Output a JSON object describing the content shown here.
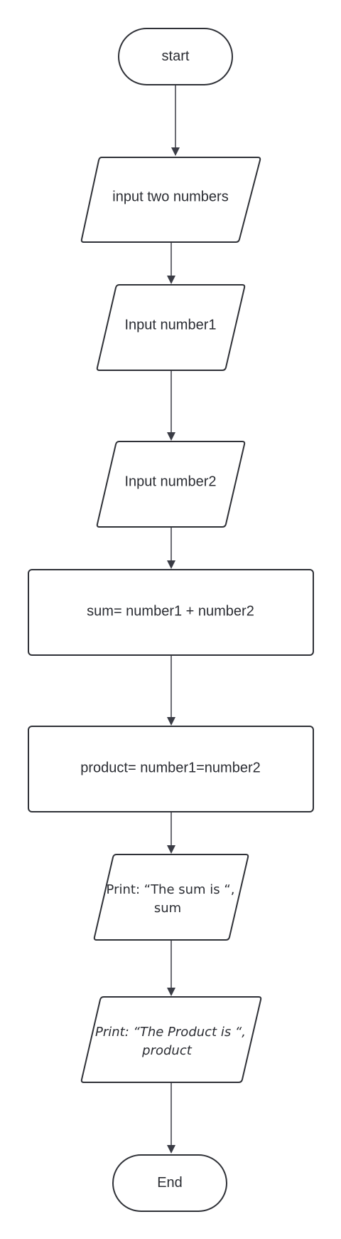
{
  "flowchart": {
    "start": "start",
    "input_two": "input two numbers",
    "input1": "Input number1",
    "input2": "Input number2",
    "sum_step": "sum= number1 + number2",
    "product_step": "product= number1=number2",
    "print_sum_line1": "Print: “The sum is “,",
    "print_sum_line2": "sum",
    "print_product_line1": "Print: “The Product is “,",
    "print_product_line2": "product",
    "end": "End"
  }
}
